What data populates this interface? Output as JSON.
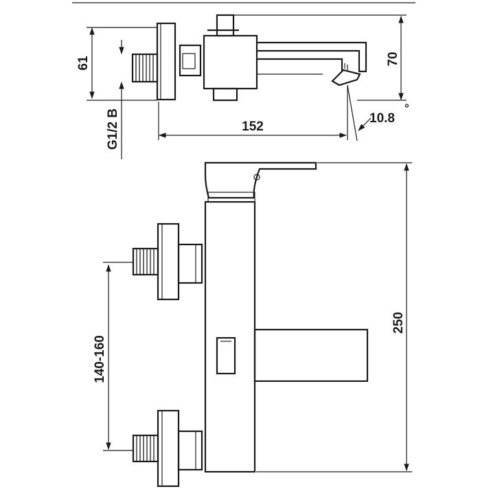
{
  "dimensions": {
    "connection_spacing_label": "61",
    "thread_label": "G1/2 B",
    "spout_height_label": "70",
    "projection_label": "152",
    "angle_label": "10.8",
    "angle_unit": "°",
    "overall_height_label": "250",
    "centers_range_label": "140-160"
  }
}
